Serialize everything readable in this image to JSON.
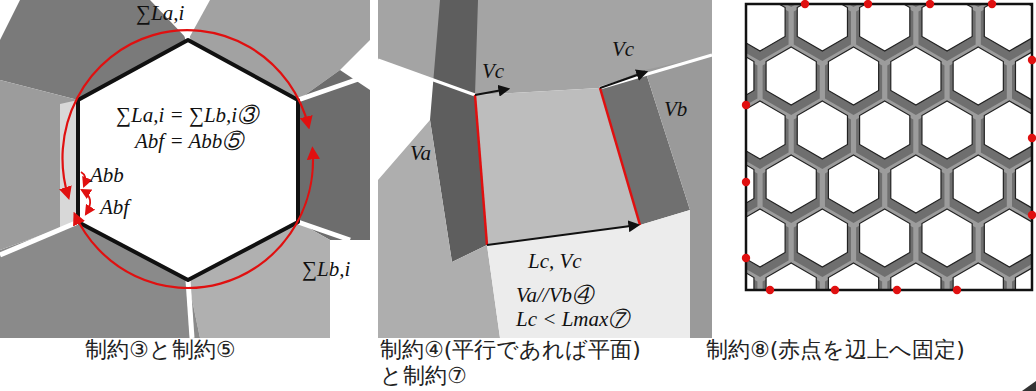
{
  "diagram": {
    "labels": [
      "∑La,i",
      "∑La,i = ∑Lb,i③",
      "Abf = Abb⑤",
      "Abb",
      "Abf",
      "∑Lb,i",
      "Vc",
      "Vc",
      "Vb",
      "Va",
      "Lc, Vc",
      "Va//Vb④",
      "Lc < Lmax⑦",
      "制約③と制約⑤",
      "制約④(平行であれば平面) と制約⑦",
      "制約⑧(赤点を辺上へ固定)"
    ]
  }
}
